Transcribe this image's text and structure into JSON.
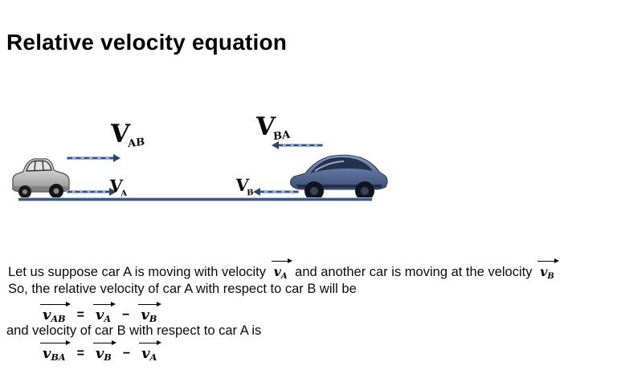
{
  "title": "Relative velocity equation",
  "diagram": {
    "car_a_icon": "vintage-car-image",
    "car_b_icon": "modern-suv-image",
    "label_vab": {
      "base": "V",
      "sub": "AB"
    },
    "label_va": {
      "base": "V",
      "sub": "A"
    },
    "label_vba": {
      "base": "V",
      "sub": "BA"
    },
    "label_vb": {
      "base": "V",
      "sub": "B"
    },
    "colors": {
      "arrow_shaft": "#9db1d4",
      "arrow_dash": "#33518a",
      "arrow_head": "#2e4470",
      "ground": "#3d5a80"
    }
  },
  "text": {
    "line1_part1": "Let us suppose car A is moving with velocity ",
    "line1_part2": " and another car is moving at the velocity ",
    "line2": "So, the relative velocity of car A with respect to car B will be",
    "line3": "and velocity of car B with respect to car A is"
  },
  "math": {
    "v_a": {
      "base": "v",
      "sub": "A"
    },
    "v_b": {
      "base": "v",
      "sub": "B"
    },
    "eq1": {
      "lhs_base": "v",
      "lhs_sub": "AB",
      "equals": "=",
      "t1_base": "v",
      "t1_sub": "A",
      "minus": "−",
      "t2_base": "v",
      "t2_sub": "B"
    },
    "eq2": {
      "lhs_base": "v",
      "lhs_sub": "BA",
      "equals": "=",
      "t1_base": "v",
      "t1_sub": "B",
      "minus": "−",
      "t2_base": "v",
      "t2_sub": "A"
    }
  }
}
